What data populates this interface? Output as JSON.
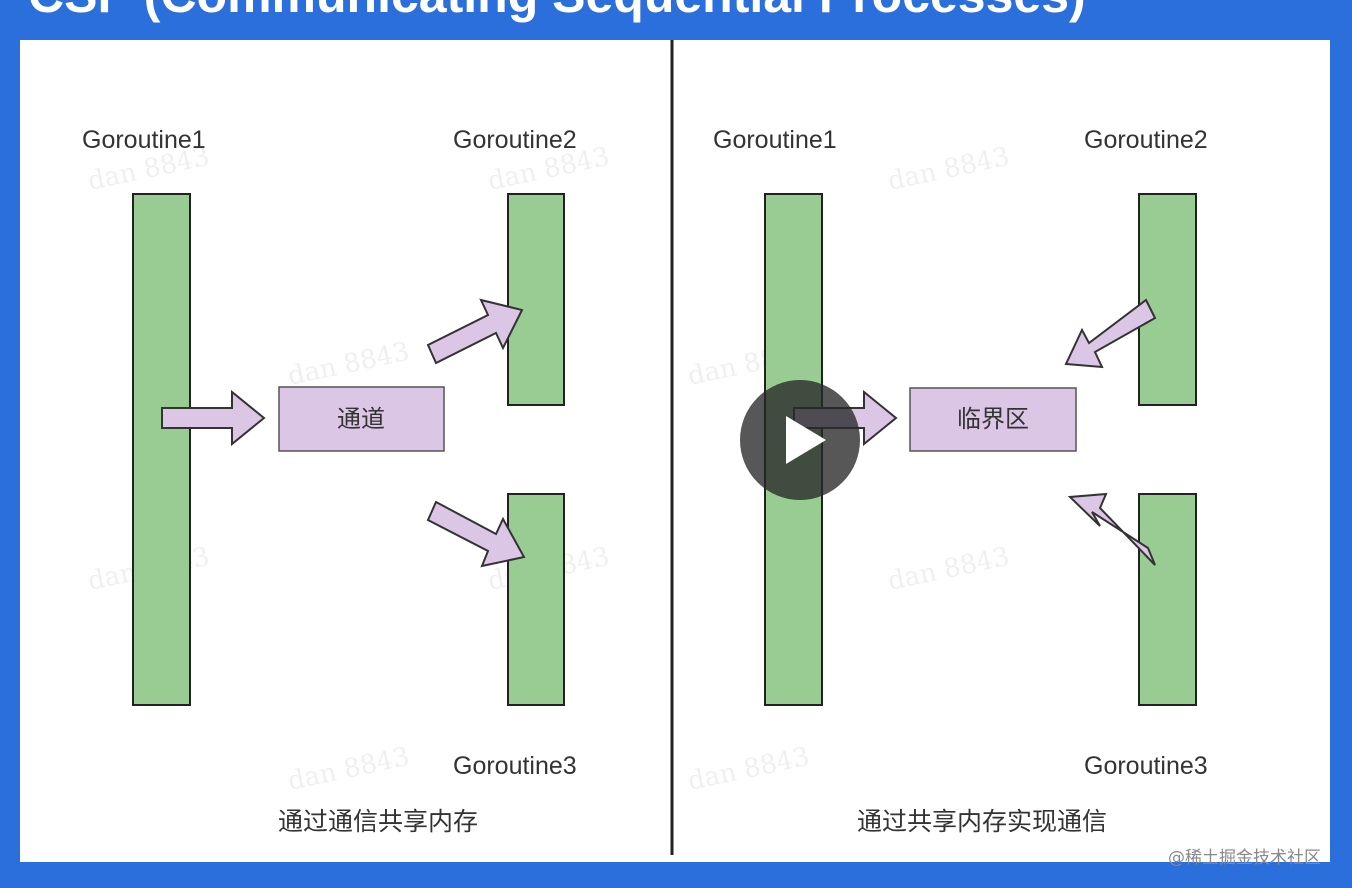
{
  "title": "CSP (Communicating Sequential Processes)",
  "left": {
    "g1": "Goroutine1",
    "g2": "Goroutine2",
    "g3": "Goroutine3",
    "box": "通道",
    "caption": "通过通信共享内存"
  },
  "right": {
    "g1": "Goroutine1",
    "g2": "Goroutine2",
    "g3": "Goroutine3",
    "box": "临界区",
    "caption": "通过共享内存实现通信"
  },
  "watermark": "dan 8843",
  "credit": "@稀土掘金技术社区",
  "colors": {
    "background": "#2b6fdc",
    "bar": "#98cc92",
    "arrow": "#dcc6e6",
    "box": "#dcc6e6"
  },
  "play_icon": "play-icon"
}
